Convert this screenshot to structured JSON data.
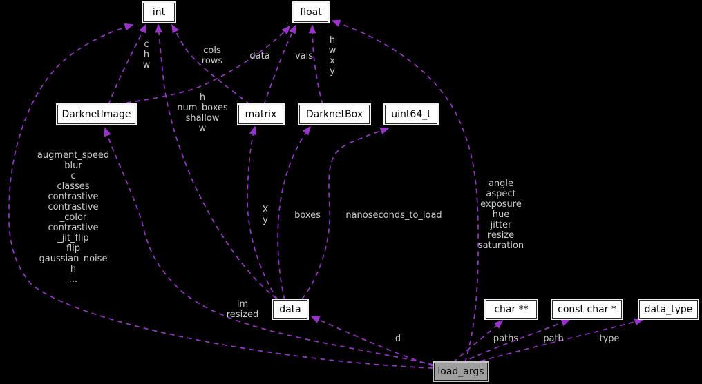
{
  "colors": {
    "background": "#000000",
    "edge": "#9a32cd",
    "edge_label": "#cccccc",
    "node_fill": "#ffffff",
    "main_node_fill": "#9e9e9e"
  },
  "nodes": {
    "int": "int",
    "float": "float",
    "darknet_image": "DarknetImage",
    "matrix": "matrix",
    "darknet_box": "DarknetBox",
    "uint64_t": "uint64_t",
    "data": "data",
    "char_ptr_ptr": "char **",
    "const_char_ptr": "const char *",
    "data_type": "data_type",
    "load_args": "load_args"
  },
  "edge_labels": {
    "c_h_w": "c\nh\nw",
    "cols_rows": "cols\nrows",
    "data": "data",
    "vals": "vals",
    "h_w_x_y": "h\nw\nx\ny",
    "h_num_boxes_shallow_w": "h\nnum_boxes\nshallow\nw",
    "load_args_int_fields": "augment_speed\nblur\nc\nclasses\ncontrastive\ncontrastive\n_color\ncontrastive\n_jit_flip\nflip\ngaussian_noise\nh\n...",
    "x_y": "X\ny",
    "boxes": "boxes",
    "nanoseconds_to_load": "nanoseconds_to_load",
    "load_args_float_fields": "angle\naspect\nexposure\nhue\njitter\nresize\nsaturation",
    "im_resized": "im\nresized",
    "d": "d",
    "paths": "paths",
    "path": "path",
    "type": "type"
  }
}
